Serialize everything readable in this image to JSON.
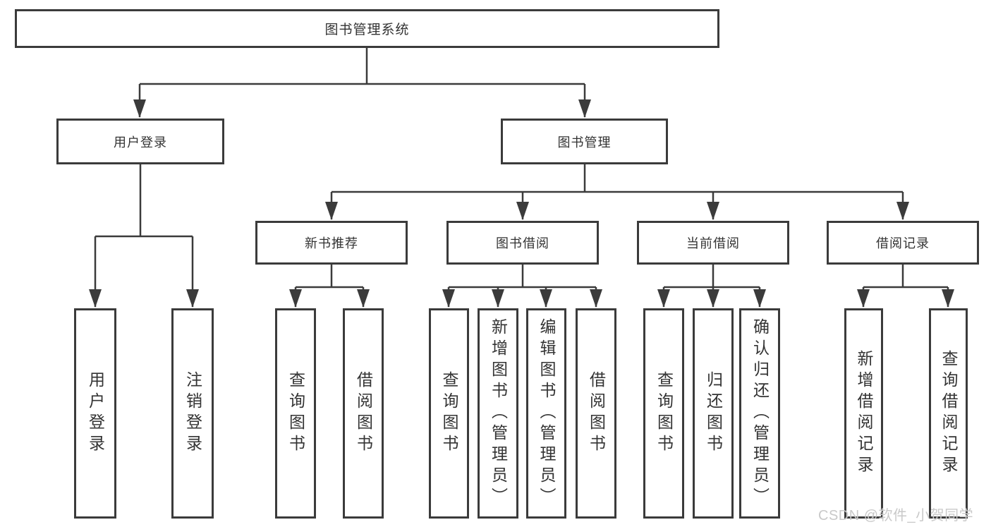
{
  "diagram": {
    "root": {
      "label": "图书管理系统"
    },
    "branches": [
      {
        "label": "用户登录",
        "children": [
          {
            "label": "用户登录"
          },
          {
            "label": "注销登录"
          }
        ]
      },
      {
        "label": "图书管理",
        "sections": [
          {
            "label": "新书推荐",
            "children": [
              {
                "label": "查询图书"
              },
              {
                "label": "借阅图书"
              }
            ]
          },
          {
            "label": "图书借阅",
            "children": [
              {
                "label": "查询图书"
              },
              {
                "label": "新增图书（管理员）"
              },
              {
                "label": "编辑图书（管理员）"
              },
              {
                "label": "借阅图书"
              }
            ]
          },
          {
            "label": "当前借阅",
            "children": [
              {
                "label": "查询图书"
              },
              {
                "label": "归还图书"
              },
              {
                "label": "确认归还（管理员）"
              }
            ]
          },
          {
            "label": "借阅记录",
            "children": [
              {
                "label": "新增借阅记录"
              },
              {
                "label": "查询借阅记录"
              }
            ]
          }
        ]
      }
    ],
    "watermark": "CSDN @软件_小贺同学"
  },
  "colors": {
    "line": "#3b3b3b",
    "text": "#333333",
    "watermark": "#c9c9c9",
    "background": "#ffffff"
  }
}
